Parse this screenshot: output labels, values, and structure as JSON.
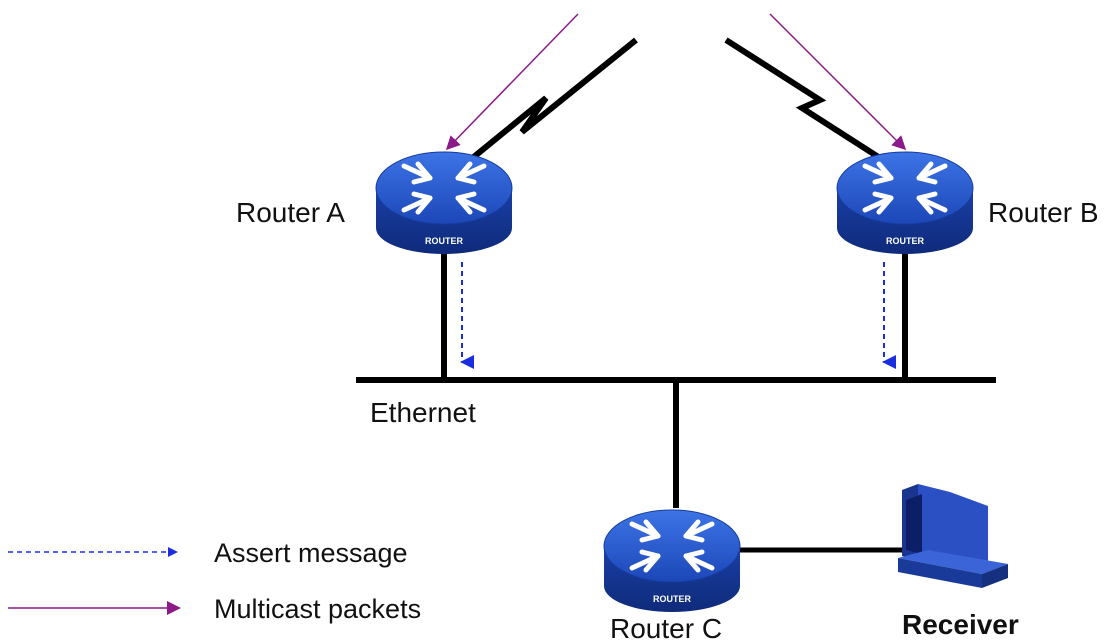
{
  "labels": {
    "router_a": "Router A",
    "router_b": "Router B",
    "router_c": "Router C",
    "ethernet": "Ethernet",
    "receiver": "Receiver",
    "router_badge": "ROUTER"
  },
  "legend": {
    "assert": "Assert message",
    "multicast": "Multicast packets"
  },
  "colors": {
    "assert_arrow": "#1a2ee0",
    "multicast_arrow": "#8b1a8b",
    "router_body": "#1e50c8",
    "link": "#000000"
  },
  "icons": {
    "router": "router-icon",
    "receiver": "computer-icon"
  }
}
